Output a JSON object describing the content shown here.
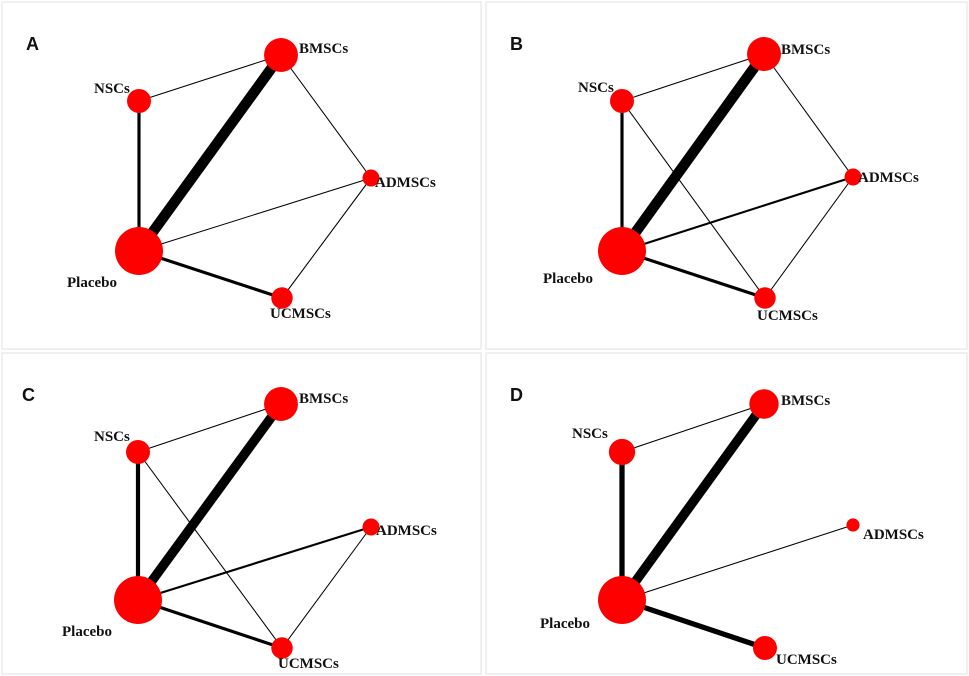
{
  "figure": {
    "node_color": "#ff0000",
    "edge_color": "#000000",
    "panels": [
      {
        "letter": "A",
        "nodes": [
          {
            "id": "BMSCs",
            "label": "BMSCs",
            "size": 2
          },
          {
            "id": "NSCs",
            "label": "NSCs",
            "size": 1
          },
          {
            "id": "ADMSCs",
            "label": "ADMSCs",
            "size": 0.5
          },
          {
            "id": "Placebo",
            "label": "Placebo",
            "size": 4
          },
          {
            "id": "UCMSCs",
            "label": "UCMSCs",
            "size": 0.8
          }
        ],
        "edges": [
          {
            "from": "Placebo",
            "to": "BMSCs",
            "weight": 10
          },
          {
            "from": "Placebo",
            "to": "NSCs",
            "weight": 3
          },
          {
            "from": "Placebo",
            "to": "UCMSCs",
            "weight": 3
          },
          {
            "from": "Placebo",
            "to": "ADMSCs",
            "weight": 1
          },
          {
            "from": "NSCs",
            "to": "BMSCs",
            "weight": 1
          },
          {
            "from": "BMSCs",
            "to": "ADMSCs",
            "weight": 1
          },
          {
            "from": "ADMSCs",
            "to": "UCMSCs",
            "weight": 1
          }
        ]
      },
      {
        "letter": "B",
        "nodes": [
          {
            "id": "BMSCs",
            "label": "BMSCs",
            "size": 2
          },
          {
            "id": "NSCs",
            "label": "NSCs",
            "size": 1
          },
          {
            "id": "ADMSCs",
            "label": "ADMSCs",
            "size": 0.5
          },
          {
            "id": "Placebo",
            "label": "Placebo",
            "size": 4
          },
          {
            "id": "UCMSCs",
            "label": "UCMSCs",
            "size": 0.8
          }
        ],
        "edges": [
          {
            "from": "Placebo",
            "to": "BMSCs",
            "weight": 10
          },
          {
            "from": "Placebo",
            "to": "NSCs",
            "weight": 3
          },
          {
            "from": "Placebo",
            "to": "UCMSCs",
            "weight": 3
          },
          {
            "from": "Placebo",
            "to": "ADMSCs",
            "weight": 2
          },
          {
            "from": "NSCs",
            "to": "BMSCs",
            "weight": 1
          },
          {
            "from": "NSCs",
            "to": "UCMSCs",
            "weight": 1
          },
          {
            "from": "BMSCs",
            "to": "ADMSCs",
            "weight": 1
          },
          {
            "from": "ADMSCs",
            "to": "UCMSCs",
            "weight": 1
          }
        ]
      },
      {
        "letter": "C",
        "nodes": [
          {
            "id": "BMSCs",
            "label": "BMSCs",
            "size": 2
          },
          {
            "id": "NSCs",
            "label": "NSCs",
            "size": 1
          },
          {
            "id": "ADMSCs",
            "label": "ADMSCs",
            "size": 0.5
          },
          {
            "id": "Placebo",
            "label": "Placebo",
            "size": 4
          },
          {
            "id": "UCMSCs",
            "label": "UCMSCs",
            "size": 0.8
          }
        ],
        "edges": [
          {
            "from": "Placebo",
            "to": "BMSCs",
            "weight": 9
          },
          {
            "from": "Placebo",
            "to": "NSCs",
            "weight": 4
          },
          {
            "from": "Placebo",
            "to": "UCMSCs",
            "weight": 3
          },
          {
            "from": "Placebo",
            "to": "ADMSCs",
            "weight": 2
          },
          {
            "from": "NSCs",
            "to": "BMSCs",
            "weight": 1
          },
          {
            "from": "NSCs",
            "to": "UCMSCs",
            "weight": 1
          },
          {
            "from": "ADMSCs",
            "to": "UCMSCs",
            "weight": 1
          }
        ]
      },
      {
        "letter": "D",
        "nodes": [
          {
            "id": "BMSCs",
            "label": "BMSCs",
            "size": 1.5
          },
          {
            "id": "NSCs",
            "label": "NSCs",
            "size": 1.2
          },
          {
            "id": "ADMSCs",
            "label": "ADMSCs",
            "size": 0.3
          },
          {
            "id": "Placebo",
            "label": "Placebo",
            "size": 4
          },
          {
            "id": "UCMSCs",
            "label": "UCMSCs",
            "size": 1
          }
        ],
        "edges": [
          {
            "from": "Placebo",
            "to": "BMSCs",
            "weight": 9
          },
          {
            "from": "Placebo",
            "to": "NSCs",
            "weight": 5
          },
          {
            "from": "Placebo",
            "to": "UCMSCs",
            "weight": 5
          },
          {
            "from": "Placebo",
            "to": "ADMSCs",
            "weight": 1
          },
          {
            "from": "NSCs",
            "to": "BMSCs",
            "weight": 1
          }
        ]
      }
    ]
  }
}
